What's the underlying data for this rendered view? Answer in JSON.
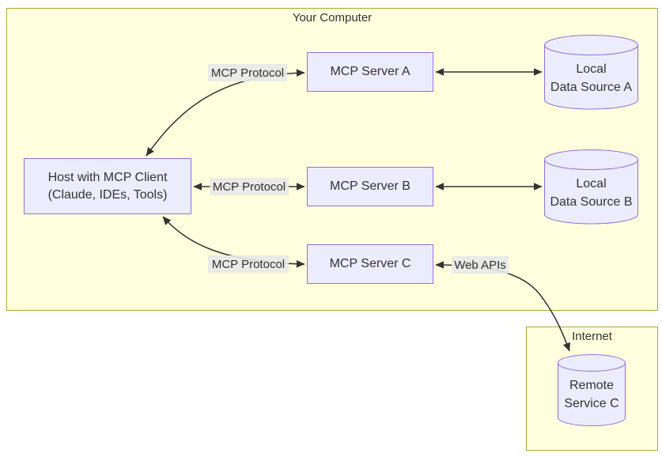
{
  "groups": {
    "computer": {
      "title": "Your Computer"
    },
    "internet": {
      "title": "Internet"
    }
  },
  "nodes": {
    "host": {
      "lines": [
        "Host with MCP Client",
        "(Claude, IDEs, Tools)"
      ]
    },
    "server_a": {
      "label": "MCP Server A"
    },
    "server_b": {
      "label": "MCP Server B"
    },
    "server_c": {
      "label": "MCP Server C"
    },
    "data_source_a": {
      "lines": [
        "Local",
        "Data Source A"
      ]
    },
    "data_source_b": {
      "lines": [
        "Local",
        "Data Source B"
      ]
    },
    "remote_service_c": {
      "lines": [
        "Remote",
        "Service C"
      ]
    }
  },
  "edges": {
    "host_server_a": {
      "label": "MCP Protocol"
    },
    "host_server_b": {
      "label": "MCP Protocol"
    },
    "host_server_c": {
      "label": "MCP Protocol"
    },
    "server_c_remote": {
      "label": "Web APIs"
    }
  },
  "colors": {
    "group_fill": "#ffffde",
    "group_border": "#aaaa33",
    "node_fill": "#ECECFF",
    "node_border": "#9370DB",
    "edge_stroke": "#333333",
    "edge_label_bg": "#e8e8e8",
    "text": "#333333",
    "page_bg": "#ffffff"
  }
}
